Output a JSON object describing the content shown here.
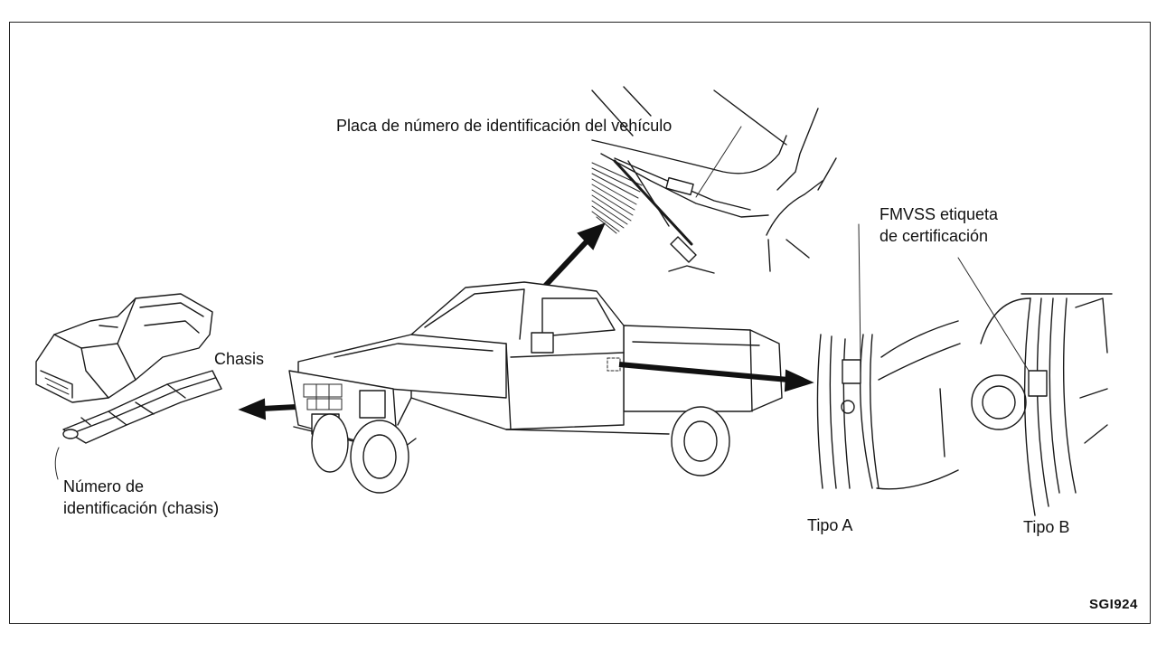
{
  "labels": {
    "vin_plate": "Placa de número de identificación del vehículo",
    "chassis": "Chasis",
    "chassis_number_line1": "Número de",
    "chassis_number_line2": "identificación (chasis)",
    "fmvss_line1": "FMVSS etiqueta",
    "fmvss_line2": "de certificación",
    "type_a": "Tipo A",
    "type_b": "Tipo B",
    "figure_code": "SGI924"
  }
}
